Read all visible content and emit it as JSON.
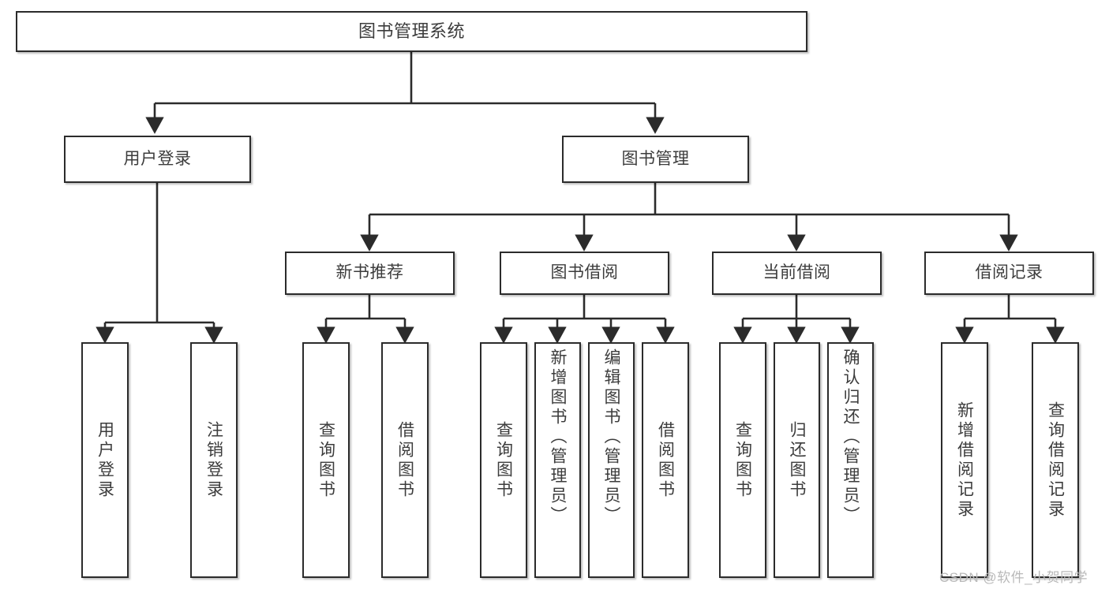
{
  "diagram": {
    "title": "图书管理系统",
    "type": "tree-hierarchy",
    "root": {
      "label": "图书管理系统"
    },
    "level2": [
      {
        "label": "用户登录"
      },
      {
        "label": "图书管理"
      }
    ],
    "level3": [
      {
        "label": "新书推荐"
      },
      {
        "label": "图书借阅"
      },
      {
        "label": "当前借阅"
      },
      {
        "label": "借阅记录"
      }
    ],
    "leaves": {
      "user_login": [
        {
          "label": "用户登录"
        },
        {
          "label": "注销登录"
        }
      ],
      "new_book_recommend": [
        {
          "label": "查询图书"
        },
        {
          "label": "借阅图书"
        }
      ],
      "book_borrow": [
        {
          "label": "查询图书"
        },
        {
          "label": "新增图书（管理员）"
        },
        {
          "label": "编辑图书（管理员）"
        },
        {
          "label": "借阅图书"
        }
      ],
      "current_borrow": [
        {
          "label": "查询图书"
        },
        {
          "label": "归还图书"
        },
        {
          "label": "确认归还（管理员）"
        }
      ],
      "borrow_record": [
        {
          "label": "新增借阅记录"
        },
        {
          "label": "查询借阅记录"
        }
      ]
    }
  },
  "watermark": {
    "text": "CSDN @软件_小贺同学"
  },
  "colors": {
    "background": "#ffffff",
    "box_border": "#2b2b2b",
    "box_fill": "#ffffff",
    "text": "#3c3c3c",
    "edge": "#2b2b2b",
    "watermark": "#b9b9b9"
  }
}
